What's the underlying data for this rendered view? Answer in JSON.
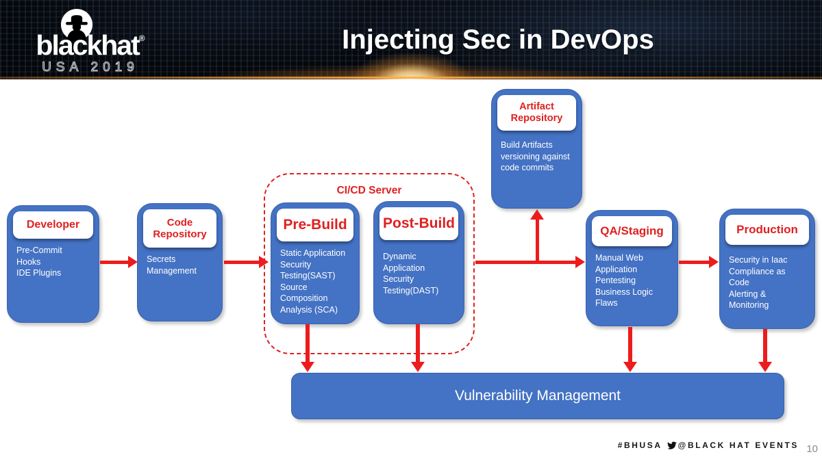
{
  "colors": {
    "box_blue": "#4472C4",
    "box_border": "#3A63AD",
    "accent_red": "#DF2020",
    "arrow_red": "#ED1C1C"
  },
  "header": {
    "logo": {
      "brand": "blackhat",
      "registered": "®",
      "subtitle": "USA 2019"
    },
    "title": "Injecting Sec in DevOps"
  },
  "diagram": {
    "cicd_label": "CI/CD Server",
    "nodes": {
      "developer": {
        "title": "Developer",
        "body": "Pre-Commit\nHooks\nIDE Plugins"
      },
      "code_repository": {
        "title": "Code Repository",
        "body": "Secrets\nManagement"
      },
      "pre_build": {
        "title": "Pre-Build",
        "body": "Static Application\nSecurity\nTesting(SAST)\nSource\nComposition\nAnalysis (SCA)"
      },
      "post_build": {
        "title": "Post-Build",
        "body": "Dynamic\nApplication\nSecurity\nTesting(DAST)"
      },
      "artifact_repository": {
        "title": "Artifact Repository",
        "body": "Build Artifacts\nversioning against\ncode commits"
      },
      "qa_staging": {
        "title": "QA/Staging",
        "body": "Manual Web\nApplication\nPentesting\nBusiness Logic\nFlaws"
      },
      "production": {
        "title": "Production",
        "body": "Security in Iaac\nCompliance as\nCode\nAlerting &\nMonitoring"
      }
    },
    "vulnerability_bar": "Vulnerability Management"
  },
  "footer": {
    "hashtag": "#BHUSA",
    "twitter_icon": "twitter-bird-icon",
    "twitter_handle": "@BLACK HAT EVENTS",
    "page_number": "10"
  }
}
